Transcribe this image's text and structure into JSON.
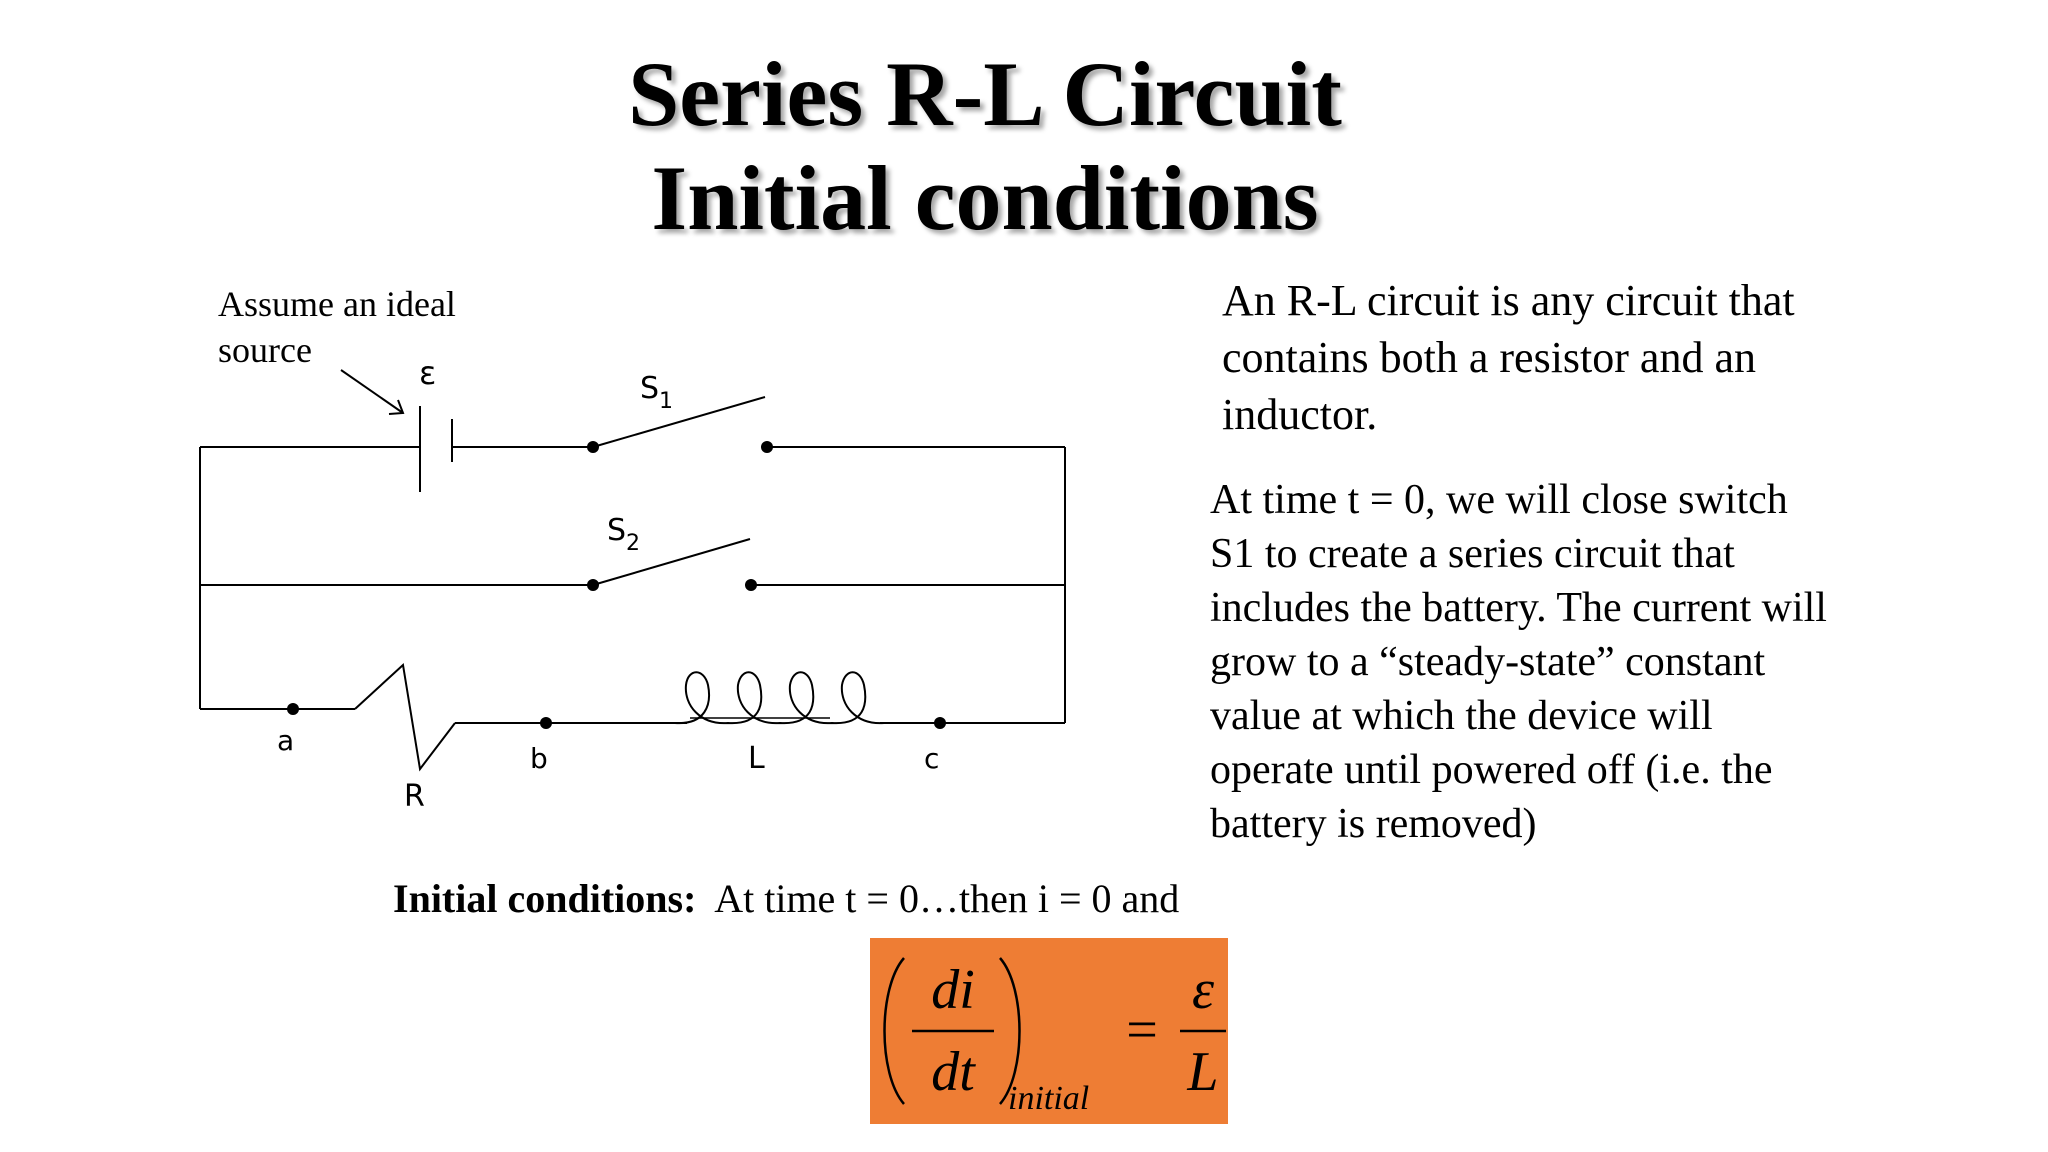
{
  "title": {
    "line1": "Series R-L Circuit",
    "line2": "Initial conditions"
  },
  "diagram": {
    "note_line1": "Assume an ideal",
    "note_line2": "source",
    "emf_label": "ε",
    "switch1_label": "S",
    "switch1_sub": "1",
    "switch2_label": "S",
    "switch2_sub": "2",
    "node_a": "a",
    "node_b": "b",
    "node_c": "c",
    "resistor_label": "R",
    "inductor_label": "L"
  },
  "text": {
    "para1": "An R-L circuit is any circuit that\ncontains both a resistor and an\ninductor.",
    "para2": "At time t = 0, we will close switch\nS1 to create a series circuit that\nincludes the battery.  The current will\ngrow to a “steady-state” constant\nvalue at which the device will\noperate until powered off (i.e. the\nbattery is removed)",
    "initial_label": "Initial conditions:",
    "initial_rest": "  At time t = 0…then i = 0 and"
  },
  "equation": {
    "numerator_left": "di",
    "denominator_left": "dt",
    "subscript": "initial",
    "equals": "=",
    "numerator_right": "ε",
    "denominator_right": "L",
    "box_color": "#ee7d34"
  }
}
